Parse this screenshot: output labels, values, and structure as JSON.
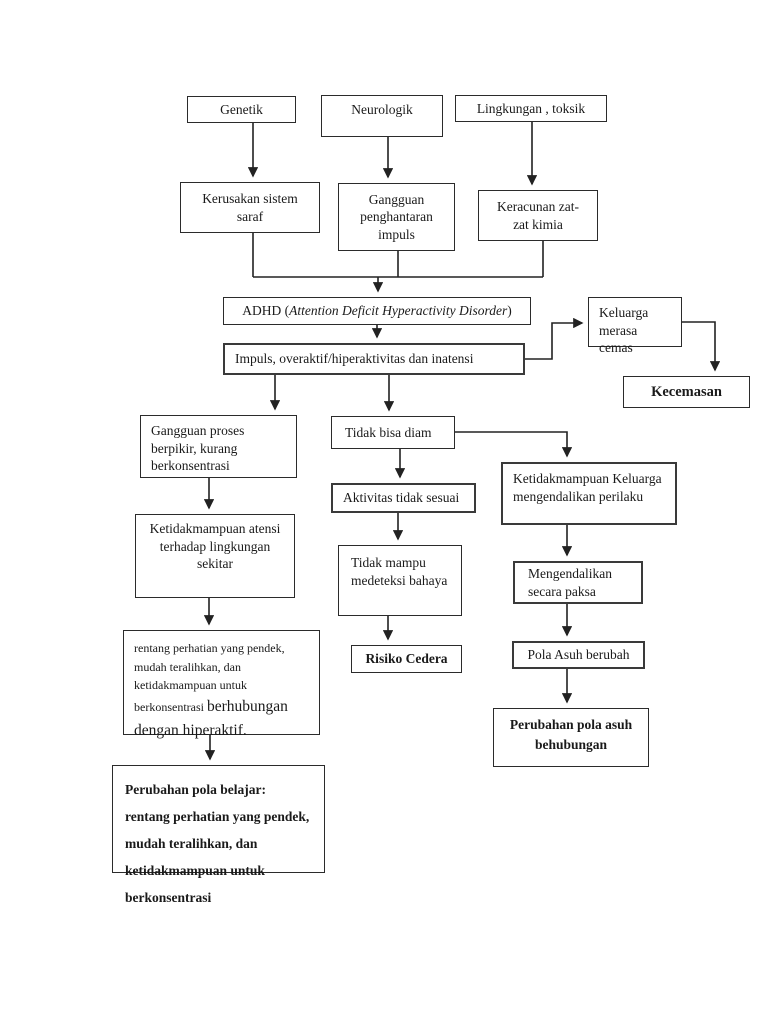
{
  "document_title": "ADHD pathophysiology flowchart",
  "colors": {
    "ink": "#1a1a1a",
    "line": "#222222",
    "background": "#ffffff"
  },
  "nodes": {
    "genetik": {
      "label": "Genetik"
    },
    "neurologik": {
      "label": "Neurologik"
    },
    "lingkungan": {
      "label": "Lingkungan , toksik"
    },
    "kerusakan": {
      "label": "Kerusakan sistem saraf"
    },
    "gangguan_penghantaran": {
      "label": "Gangguan penghantaran impuls"
    },
    "keracunan": {
      "label": "Keracunan zat-zat kimia"
    },
    "adhd": {
      "prefix": "ADHD (",
      "italic": "Attention Deficit Hyperactivity Disorder",
      "suffix": ")"
    },
    "impuls": {
      "label": "Impuls, overaktif/hiperaktivitas dan inatensi"
    },
    "keluarga_cemas": {
      "label": "Keluarga merasa cemas"
    },
    "kecemasan": {
      "label": "Kecemasan"
    },
    "gangguan_proses": {
      "label": "Gangguan proses berpikir, kurang berkonsentrasi"
    },
    "ketidakmampuan_atensi": {
      "label": "Ketidakmampuan atensi terhadap lingkungan sekitar"
    },
    "rentang": {
      "small": "rentang perhatian yang pendek, mudah teralihkan, dan ketidakmampuan untuk berkonsentrasi ",
      "large": "berhubungan dengan hiperaktif."
    },
    "perubahan_pola_belajar": {
      "label": "Perubahan pola belajar: rentang perhatian yang pendek, mudah teralihkan, dan ketidakmampuan untuk berkonsentrasi"
    },
    "tidak_bisa_diam": {
      "label": "Tidak bisa diam"
    },
    "aktivitas": {
      "label": "Aktivitas tidak sesuai"
    },
    "tidak_mampu": {
      "label": "Tidak mampu medeteksi bahaya"
    },
    "risiko_cedera": {
      "label": "Risiko Cedera"
    },
    "ketidakmampuan_keluarga": {
      "label": "Ketidakmampuan Keluarga mengendalikan perilaku"
    },
    "mengendalikan": {
      "label": "Mengendalikan secara paksa"
    },
    "pola_asuh": {
      "label": "Pola Asuh berubah"
    },
    "perubahan_pola_asuh": {
      "label": "Perubahan pola asuh behubungan"
    }
  }
}
